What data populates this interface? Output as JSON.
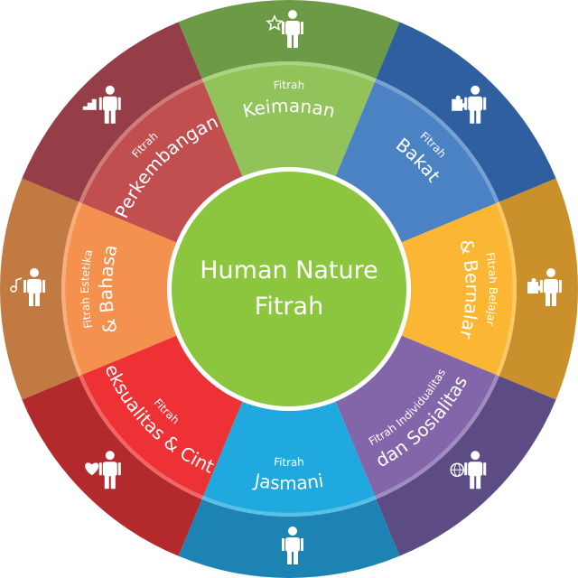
{
  "center": {
    "line1": "Human Nature",
    "line2": "Fitrah",
    "color": "#8cc63f"
  },
  "segments": [
    {
      "id": "keimanan",
      "small": "Fitrah",
      "big": "Keimanan",
      "inner": "#92c35b",
      "outer": "#6c9a46",
      "icon": "star-person-icon"
    },
    {
      "id": "bakat",
      "small": "Fitrah",
      "big": "Bakat",
      "inner": "#4a82c4",
      "outer": "#2f5f9f",
      "icon": "puzzle-person-icon"
    },
    {
      "id": "belajar",
      "small": "Fitrah Belajar",
      "big": "& Bernalar",
      "inner": "#fbb733",
      "outer": "#c9902c",
      "icon": "puzzle-piece-person-icon"
    },
    {
      "id": "individualitas",
      "small": "Fitrah Individualitas",
      "big": "dan Sosialitas",
      "inner": "#8266a9",
      "outer": "#5d4c84",
      "icon": "globe-person-icon"
    },
    {
      "id": "jasmani",
      "small": "Fitrah",
      "big": "Jasmani",
      "inner": "#20a9df",
      "outer": "#1d83b3",
      "icon": "person-icon"
    },
    {
      "id": "seksualitas",
      "small": "Fitrah",
      "big": "Seksualitas & Cinta",
      "inner": "#ee3134",
      "outer": "#b32a2c",
      "icon": "heart-person-icon"
    },
    {
      "id": "estetika",
      "small": "Fitrah Estetika",
      "big": "& Bahasa",
      "inner": "#f5914e",
      "outer": "#c07a42",
      "icon": "music-person-icon"
    },
    {
      "id": "perkembangan",
      "small": "Fitrah",
      "big": "Perkembangan",
      "inner": "#c14f4f",
      "outer": "#953e48",
      "icon": "stairs-person-icon"
    }
  ]
}
